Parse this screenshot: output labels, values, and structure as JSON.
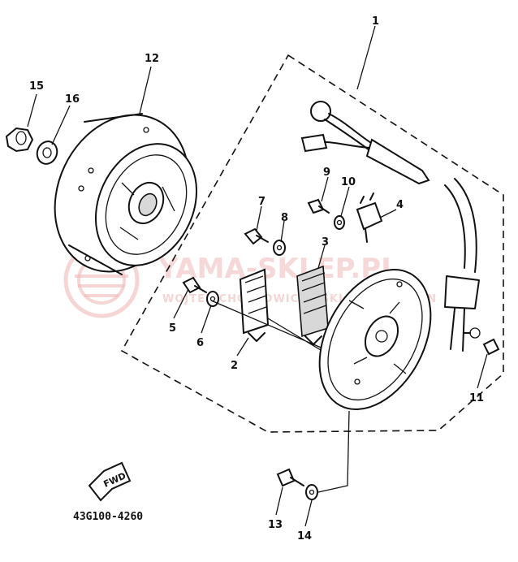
{
  "diagram": {
    "part_numbers": {
      "p1": "1",
      "p2": "2",
      "p3": "3",
      "p4": "4",
      "p5": "5",
      "p6": "6",
      "p7": "7",
      "p8": "8",
      "p9": "9",
      "p10": "10",
      "p11": "11",
      "p12": "12",
      "p13": "13",
      "p14": "14",
      "p15": "15",
      "p16": "16"
    },
    "fwd_label": "FWD",
    "drawing_code": "43G100-4260"
  },
  "watermark": {
    "brand": "YAMA-SKLEP.PL",
    "subtitle": "WOJTEK CHOTKOWICZ · SKLEP · OLSZTYN"
  }
}
